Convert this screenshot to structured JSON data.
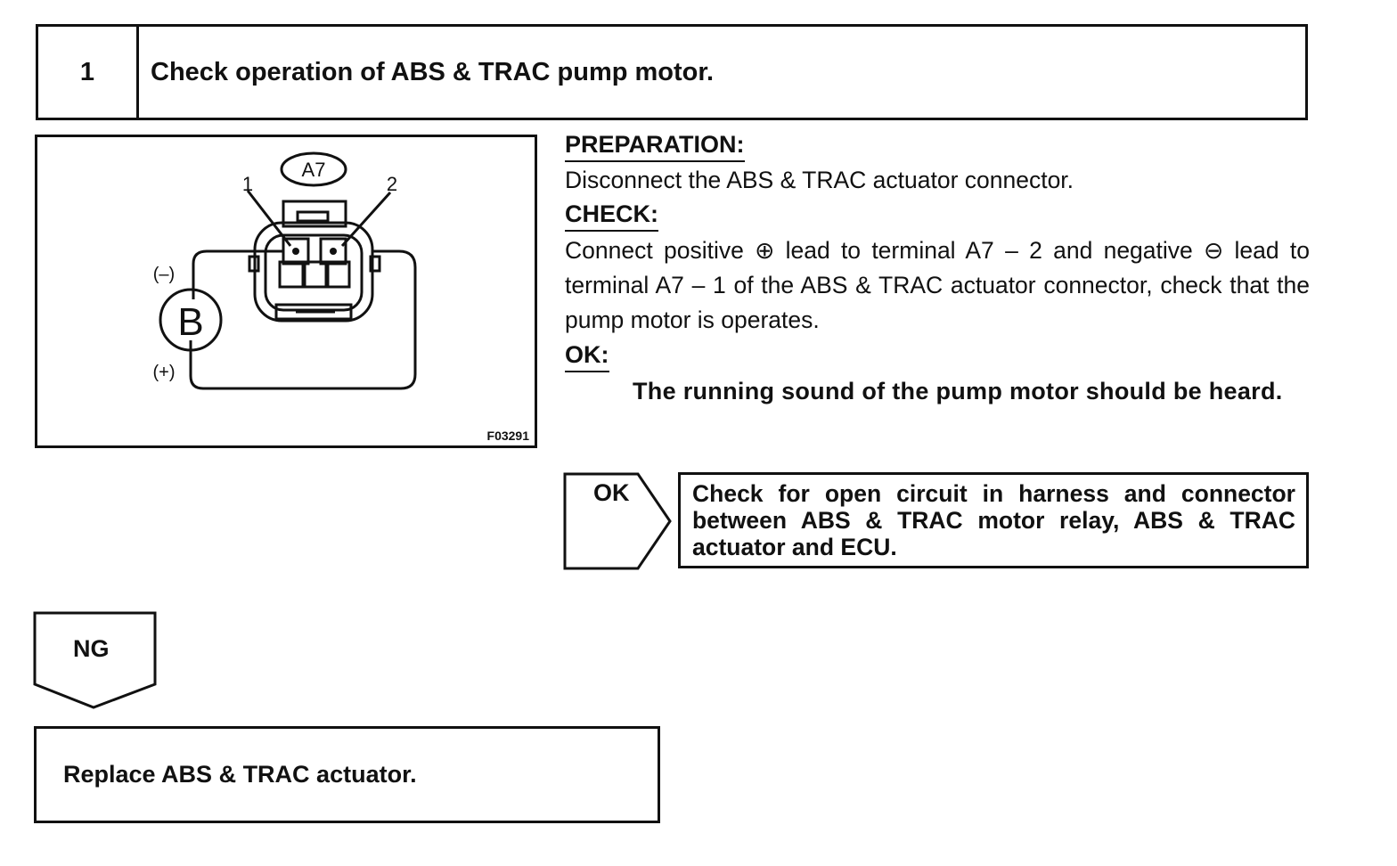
{
  "step": {
    "number": "1",
    "title": "Check operation of ABS & TRAC pump motor."
  },
  "diagram": {
    "connector_label": "A7",
    "terminal_1": "1",
    "terminal_2": "2",
    "battery_label": "B",
    "negative_label": "(–)",
    "positive_label": "(+)",
    "figure_code": "F03291"
  },
  "instructions": {
    "preparation_heading": "PREPARATION:",
    "preparation_text": "Disconnect the ABS & TRAC actuator connector.",
    "check_heading": "CHECK:",
    "check_text": "Connect positive ⊕ lead to terminal A7 – 2 and negative ⊖ lead to terminal A7 – 1 of the ABS & TRAC actuator connector, check that the pump motor is operates.",
    "ok_heading": "OK:",
    "ok_text": "The running sound of the pump motor should be heard."
  },
  "ok_branch": {
    "label": "OK",
    "action": "Check for open circuit in harness and connector between ABS & TRAC motor relay, ABS & TRAC actuator and ECU."
  },
  "ng_branch": {
    "label": "NG",
    "action": "Replace ABS & TRAC actuator."
  }
}
